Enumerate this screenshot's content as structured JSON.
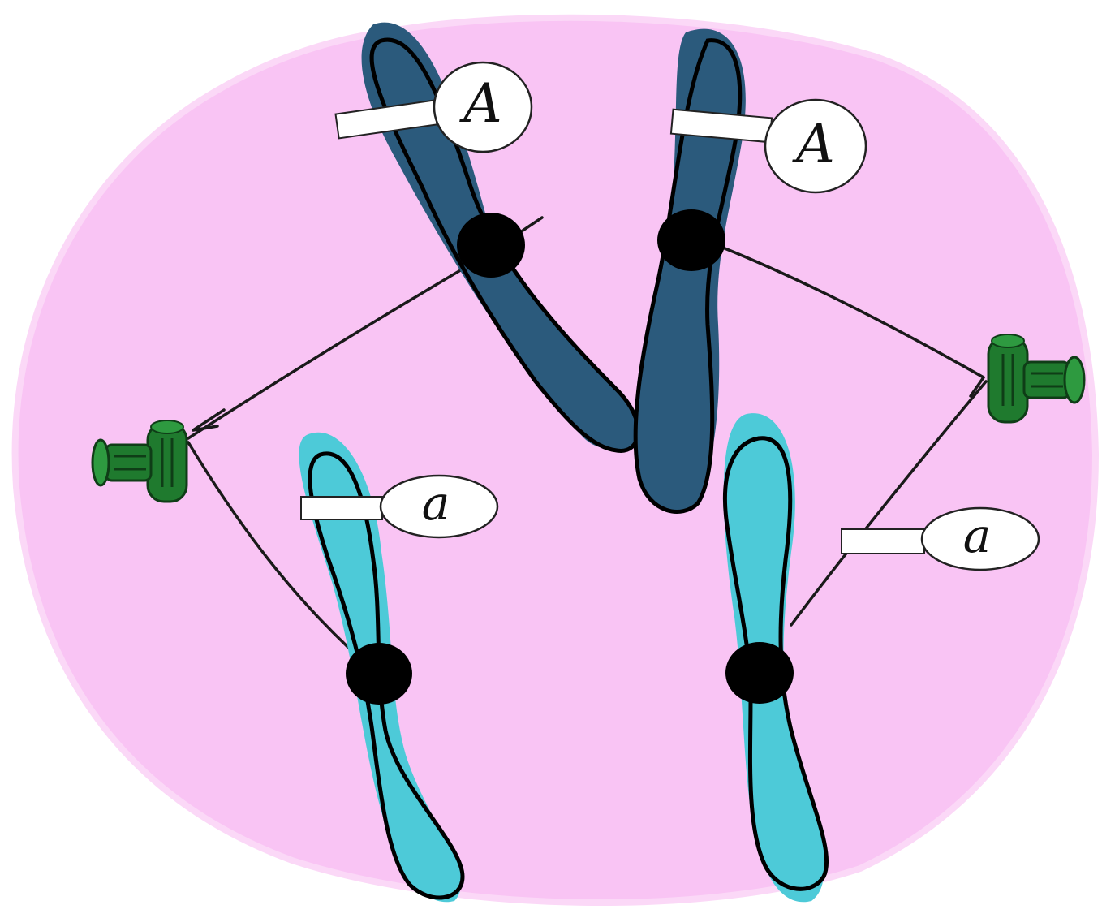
{
  "colors": {
    "cell_fill": "#f9c4f4",
    "cell_edge": "#fbd3f6",
    "chromosome_dark": "#2b5a7c",
    "chromosome_light": "#4dcad8",
    "centromere": "#000000",
    "spindle_fiber": "#1a1a1a",
    "centrosome": "#1f7a2e",
    "label_fill": "#ffffff",
    "outline": "#000000"
  },
  "labels": {
    "dark_left_allele": "A",
    "dark_right_allele": "A",
    "light_left_allele": "a",
    "light_right_allele": "a"
  },
  "icons": {
    "centrosome_left": "centrosome-icon",
    "centrosome_right": "centrosome-icon"
  }
}
